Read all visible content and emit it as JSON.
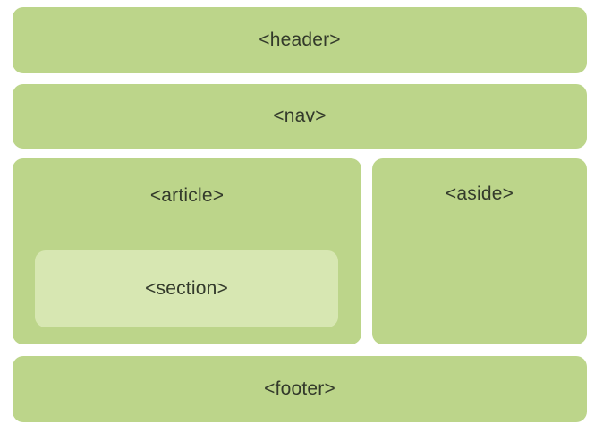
{
  "diagram": {
    "header": "<header>",
    "nav": "<nav>",
    "article": "<article>",
    "section": "<section>",
    "aside": "<aside>",
    "footer": "<footer>"
  },
  "colors": {
    "block": "#bcd58a",
    "inner_block": "#d7e7b2",
    "text": "#333a2b"
  }
}
